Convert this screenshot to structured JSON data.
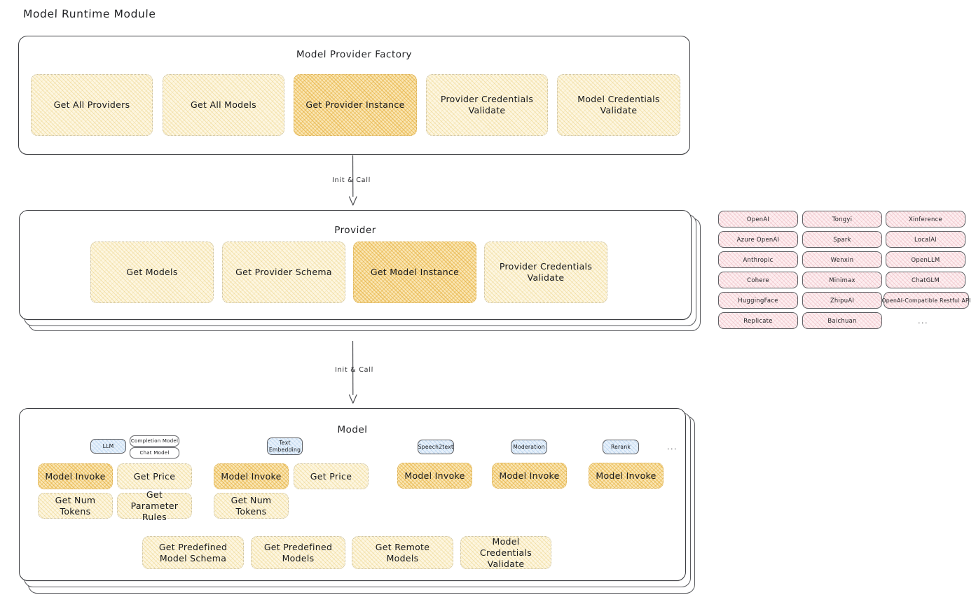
{
  "page": {
    "title": "Model Runtime Module"
  },
  "sections": {
    "factory": {
      "title": "Model Provider Factory",
      "methods": [
        {
          "label": "Get All Providers",
          "highlighted": false
        },
        {
          "label": "Get All Models",
          "highlighted": false
        },
        {
          "label": "Get Provider Instance",
          "highlighted": true
        },
        {
          "label": "Provider Credentials Validate",
          "highlighted": false
        },
        {
          "label": "Model Credentials Validate",
          "highlighted": false
        }
      ]
    },
    "provider": {
      "title": "Provider",
      "methods": [
        {
          "label": "Get Models",
          "highlighted": false
        },
        {
          "label": "Get Provider Schema",
          "highlighted": false
        },
        {
          "label": "Get Model Instance",
          "highlighted": true
        },
        {
          "label": "Provider Credentials Validate",
          "highlighted": false
        }
      ]
    },
    "model": {
      "title": "Model",
      "types": [
        {
          "name": "LLM",
          "sub": [
            "Completion Model",
            "Chat Model"
          ],
          "methods": [
            "Model Invoke",
            "Get Price",
            "Get Num Tokens",
            "Get Parameter Rules"
          ],
          "highlighted_method": "Model Invoke"
        },
        {
          "name": "Text Embedding",
          "sub": [],
          "methods": [
            "Model Invoke",
            "Get Price",
            "Get Num Tokens"
          ],
          "highlighted_method": "Model Invoke"
        },
        {
          "name": "Speech2text",
          "sub": [],
          "methods": [
            "Model Invoke"
          ],
          "highlighted_method": "Model Invoke"
        },
        {
          "name": "Moderation",
          "sub": [],
          "methods": [
            "Model Invoke"
          ],
          "highlighted_method": "Model Invoke"
        },
        {
          "name": "Rerank",
          "sub": [],
          "methods": [
            "Model Invoke"
          ],
          "highlighted_method": "Model Invoke"
        }
      ],
      "more_types": "...",
      "shared_methods": [
        "Get Predefined Model Schema",
        "Get Predefined Models",
        "Get Remote Models",
        "Model Credentials Validate"
      ]
    }
  },
  "arrows": [
    {
      "label": "Init & Call"
    },
    {
      "label": "Init & Call"
    }
  ],
  "provider_list": {
    "columns": [
      [
        "OpenAI",
        "Azure OpenAI",
        "Anthropic",
        "Cohere",
        "HuggingFace",
        "Replicate"
      ],
      [
        "Tongyi",
        "Spark",
        "Wenxin",
        "Minimax",
        "ZhipuAI",
        "Baichuan"
      ],
      [
        "Xinference",
        "LocalAI",
        "OpenLLM",
        "ChatGLM",
        "OpenAI-Compatible Restful API"
      ]
    ],
    "more": "..."
  },
  "colors": {
    "highlight_fill": "#fae6b4",
    "method_fill": "#fdf6e0",
    "provider_chip_fill": "#fdeef0",
    "type_chip_fill": "#e7f1fb",
    "border": "#3b3c40",
    "text": "#1f2023"
  }
}
